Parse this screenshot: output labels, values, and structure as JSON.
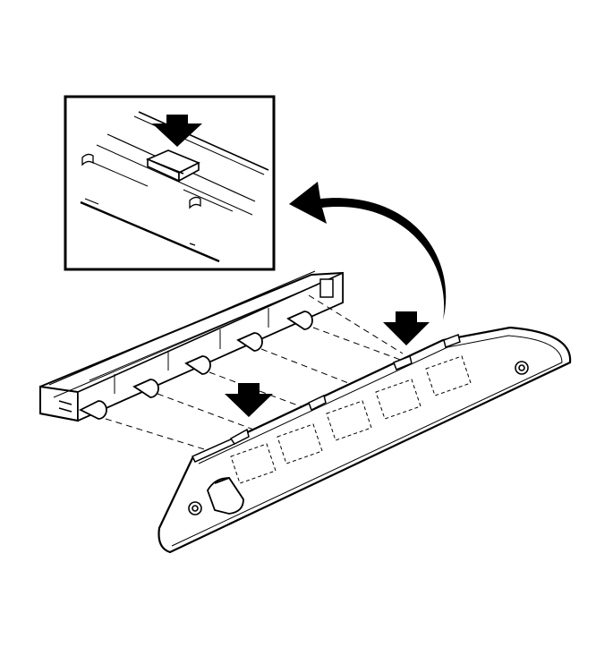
{
  "figure": {
    "kind": "exploded-assembly line drawing",
    "stroke_color": "#000000",
    "background_color": "#ffffff",
    "icons": [
      "down-arrow-icon",
      "curved-arrow-icon"
    ],
    "callouts": {
      "arrows_down": 3,
      "curved_return_arrow": 1
    }
  }
}
